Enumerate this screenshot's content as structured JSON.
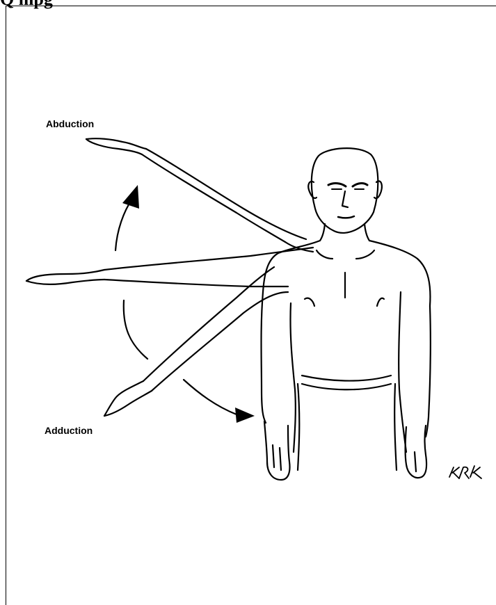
{
  "header": {
    "fragment": "Q  mpg"
  },
  "labels": {
    "abduction": "Abduction",
    "adduction": "Adduction"
  },
  "signature": "KRK"
}
